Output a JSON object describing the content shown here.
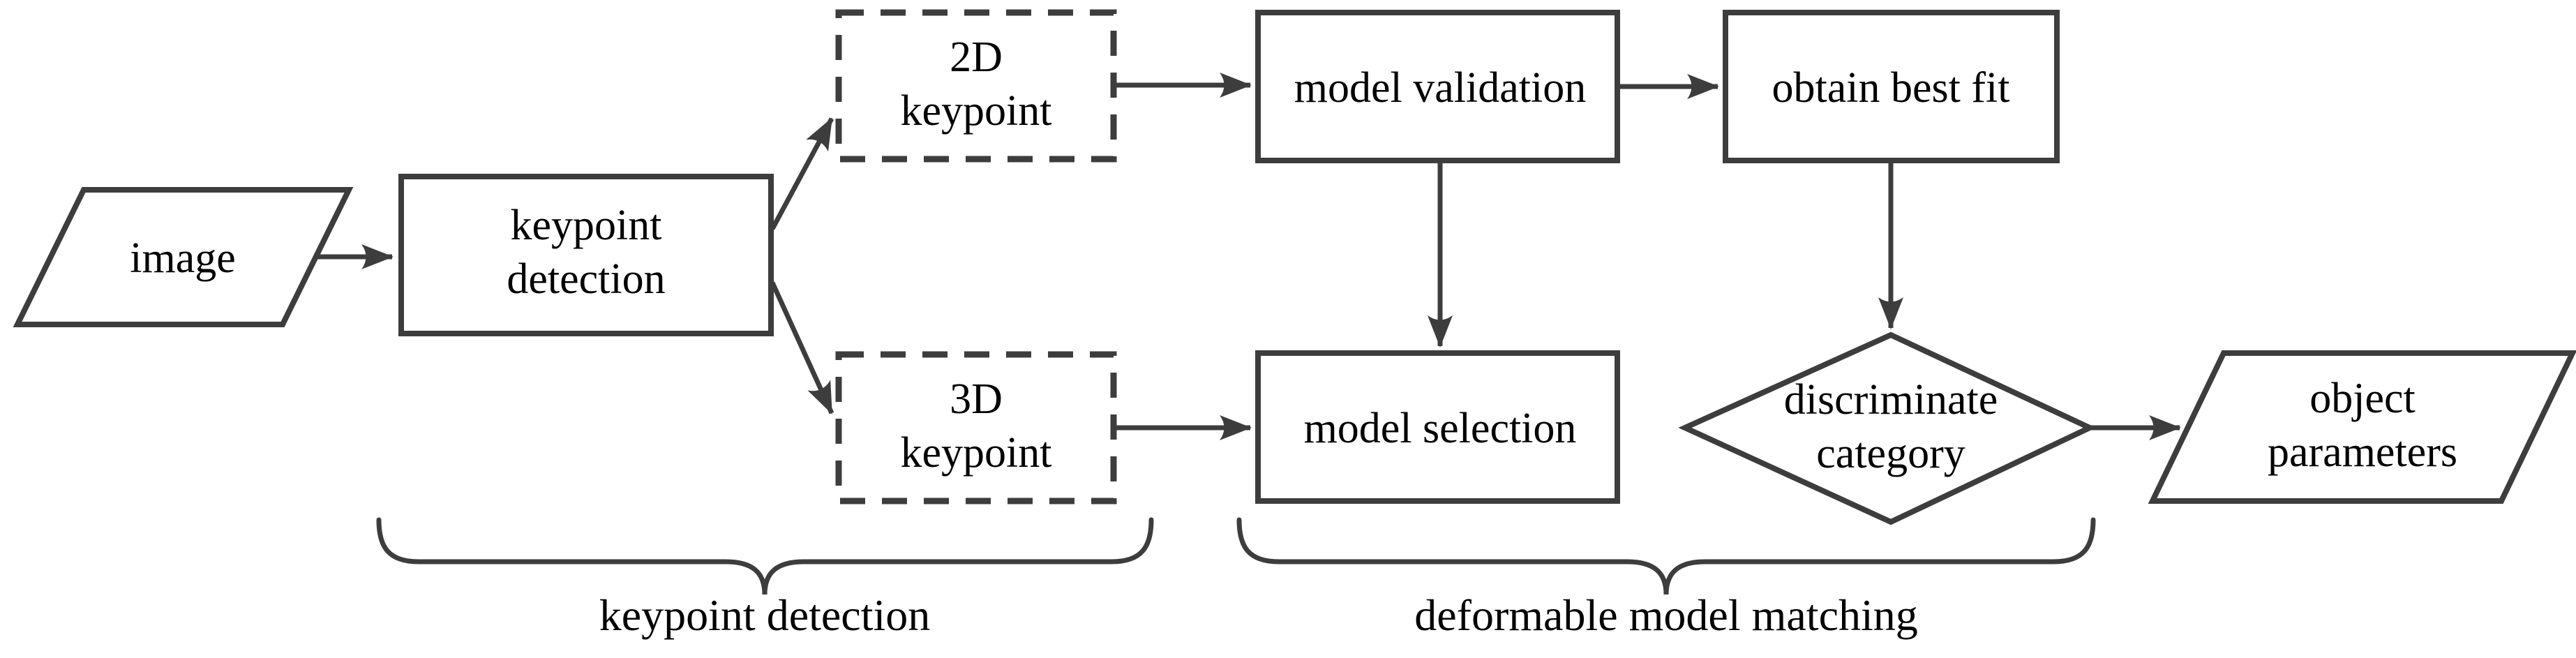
{
  "canvas": {
    "background": "#ffffff",
    "line_color": "#3d3d3d",
    "text_color": "#000000"
  },
  "nodes": {
    "image": {
      "label": "image",
      "shape": "parallelogram",
      "border": "solid"
    },
    "keypoint_detection": {
      "line1": "keypoint",
      "line2": "detection",
      "shape": "rectangle",
      "border": "solid"
    },
    "keypoint_2d": {
      "line1": "2D",
      "line2": "keypoint",
      "shape": "rectangle",
      "border": "dashed"
    },
    "model_validation": {
      "label": "model validation",
      "shape": "rectangle",
      "border": "solid"
    },
    "obtain_best_fit": {
      "label": "obtain best fit",
      "shape": "rectangle",
      "border": "solid"
    },
    "keypoint_3d": {
      "line1": "3D",
      "line2": "keypoint",
      "shape": "rectangle",
      "border": "dashed"
    },
    "model_selection": {
      "label": "model selection",
      "shape": "rectangle",
      "border": "solid"
    },
    "discriminate_category": {
      "line1": "discriminate",
      "line2": "category",
      "shape": "diamond",
      "border": "solid"
    },
    "object_parameters": {
      "line1": "object",
      "line2": "parameters",
      "shape": "parallelogram",
      "border": "solid"
    }
  },
  "groups": {
    "stage1": {
      "label": "keypoint detection"
    },
    "stage2": {
      "label": "deformable model matching"
    }
  }
}
